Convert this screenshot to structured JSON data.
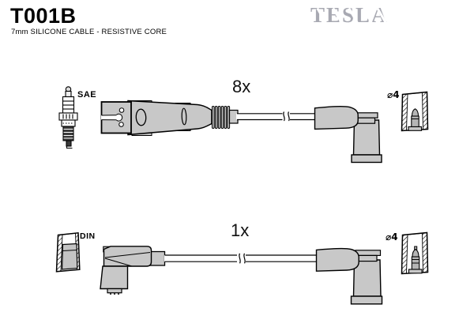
{
  "header": {
    "part_number": "T001B",
    "subtitle": "7mm SILICONE CABLE - RESISTIVE CORE",
    "brand": "TESLA"
  },
  "kits": [
    {
      "quantity": "8x",
      "plug_type": "SAE",
      "terminal_diameter": "⌀4"
    },
    {
      "quantity": "1x",
      "plug_type": "DIN",
      "terminal_diameter": "⌀4"
    }
  ],
  "icons": [
    "spark-plug-icon",
    "distributor-connector",
    "spark-plug-boot",
    "terminal-socket-icon",
    "din-socket-icon",
    "din-plug-boot"
  ],
  "colors": {
    "connector_fill": "#c8c8c8",
    "terminal_fill": "#b5b5b5",
    "outline": "#000000",
    "brand_gray": "#a8a9b2",
    "background": "#ffffff"
  }
}
